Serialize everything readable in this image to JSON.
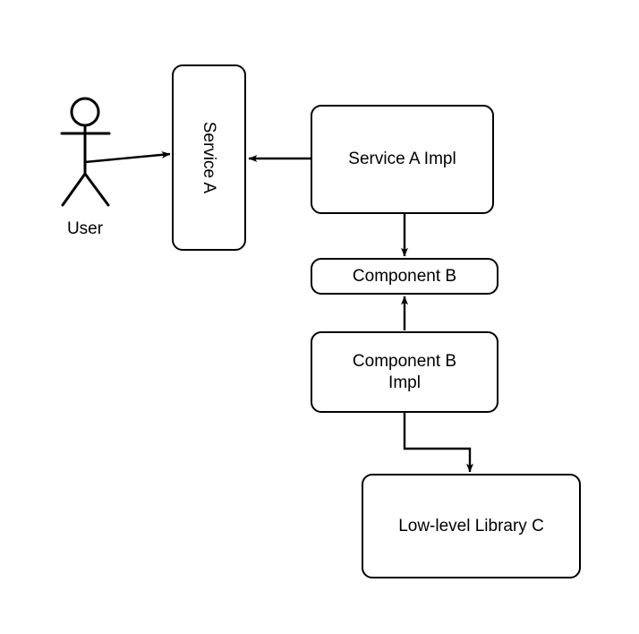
{
  "diagram": {
    "title": "Layered service and component dependency diagram",
    "background_color": "#ffffff",
    "stroke_color": "#000000",
    "fill_color": "#ffffff",
    "nodes": [
      {
        "id": "user",
        "label": "User",
        "shape": "actor",
        "orientation": "horizontal"
      },
      {
        "id": "service-a",
        "label": "Service A",
        "shape": "rounded-rect",
        "orientation": "vertical"
      },
      {
        "id": "service-a-impl",
        "label": "Service A Impl",
        "shape": "rounded-rect",
        "orientation": "horizontal"
      },
      {
        "id": "component-b",
        "label": "Component B",
        "shape": "rounded-rect",
        "orientation": "horizontal"
      },
      {
        "id": "component-b-impl",
        "label": "Component B\nImpl",
        "shape": "rounded-rect",
        "orientation": "horizontal"
      },
      {
        "id": "low-level-library-c",
        "label": "Low-level Library C",
        "shape": "rounded-rect",
        "orientation": "horizontal"
      }
    ],
    "edges": [
      {
        "id": "user-to-service-a",
        "from": "user",
        "to": "service-a",
        "arrow": "single",
        "style": "solid"
      },
      {
        "id": "service-a-impl-to-service-a",
        "from": "service-a-impl",
        "to": "service-a",
        "arrow": "single",
        "style": "solid"
      },
      {
        "id": "service-a-impl-to-component-b",
        "from": "service-a-impl",
        "to": "component-b",
        "arrow": "single",
        "style": "solid"
      },
      {
        "id": "component-b-impl-to-component-b",
        "from": "component-b-impl",
        "to": "component-b",
        "arrow": "single",
        "style": "solid"
      },
      {
        "id": "component-b-impl-to-low-level-library-c",
        "from": "component-b-impl",
        "to": "low-level-library-c",
        "arrow": "single",
        "style": "solid-elbow"
      }
    ]
  }
}
